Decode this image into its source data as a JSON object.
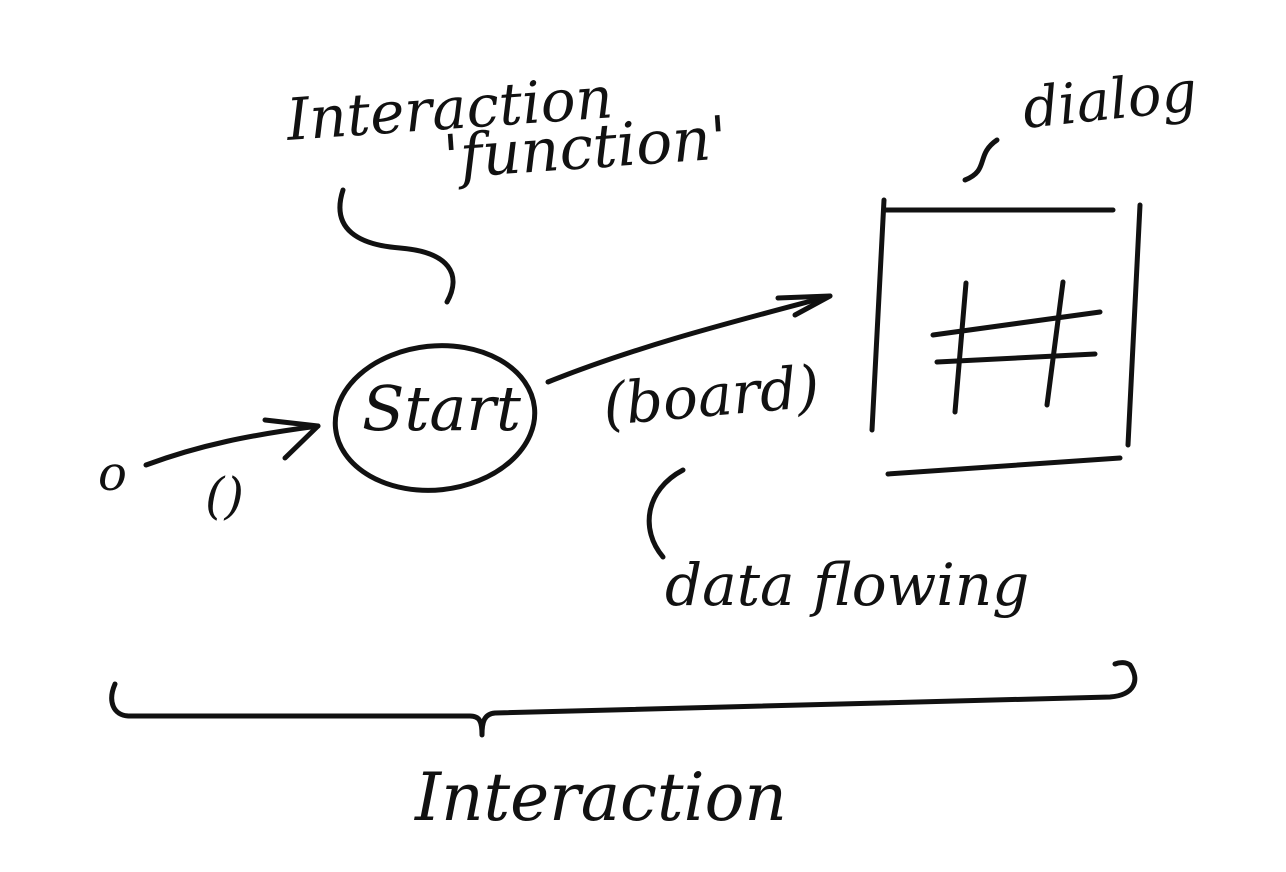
{
  "labels": {
    "interaction_function_line1": "Interaction",
    "interaction_function_line2": "'function'",
    "dialog": "dialog",
    "start": "Start",
    "board": "(board)",
    "data_flowing": "data flowing",
    "origin": "o",
    "empty_parens": "()",
    "interaction": "Interaction"
  },
  "colors": {
    "ink": "#111111",
    "background": "#ffffff"
  }
}
